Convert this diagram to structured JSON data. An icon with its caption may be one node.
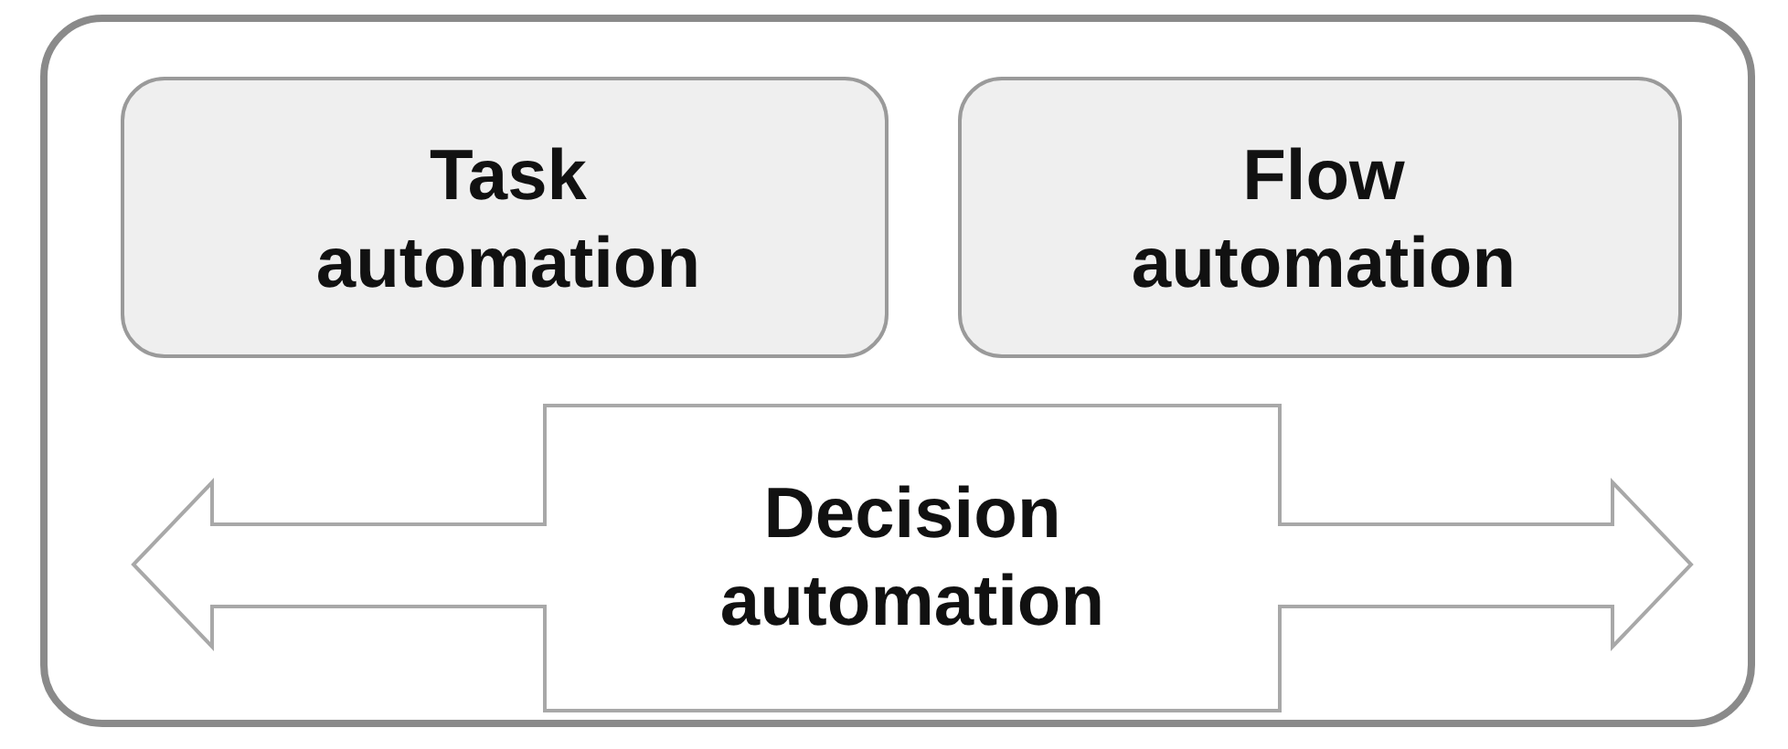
{
  "diagram": {
    "nodes": [
      {
        "text": [],
        "shape": "box"
      },
      {
        "text": [
          "Task automation"
        ],
        "in": 0
      },
      {
        "text": [
          "Flow automation"
        ],
        "in": 0
      },
      {
        "text": [
          "Decision automation"
        ],
        "in": 0
      }
    ]
  }
}
